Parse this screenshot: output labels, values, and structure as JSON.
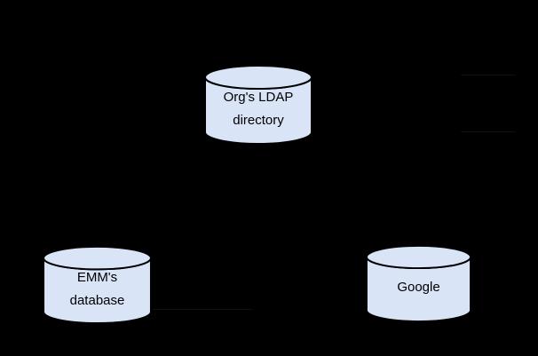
{
  "diagram": {
    "background_color": "#000000",
    "node_fill": "#d9e4f7",
    "node_stroke": "#000000",
    "label_color": "#000000",
    "faint_line_color": "#101010",
    "nodes": [
      {
        "id": "ldap-directory",
        "shape": "database-cylinder",
        "label_lines": [
          "Org's LDAP",
          "directory"
        ]
      },
      {
        "id": "emm-database",
        "shape": "database-cylinder",
        "label_lines": [
          "EMM's",
          "database"
        ]
      },
      {
        "id": "google",
        "shape": "database-cylinder",
        "label_lines": [
          "Google"
        ]
      }
    ]
  }
}
